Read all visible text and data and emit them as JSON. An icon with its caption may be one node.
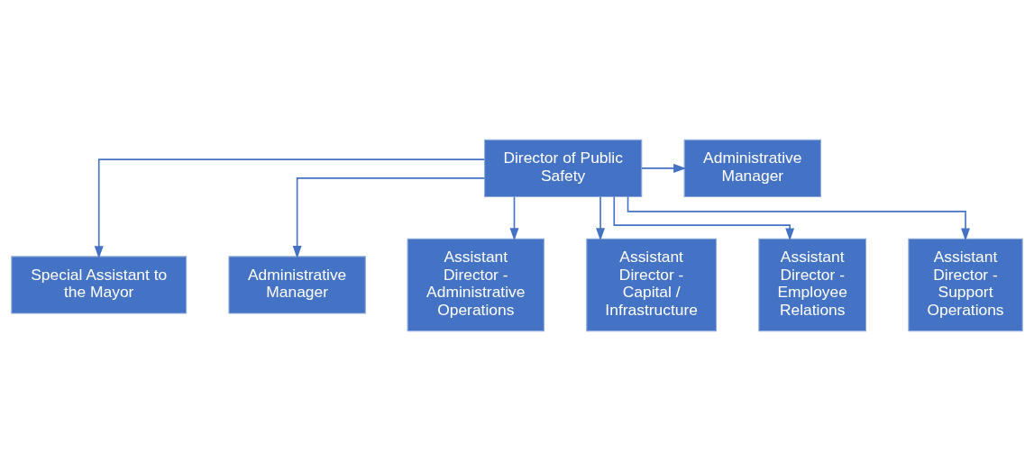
{
  "diagram": {
    "nodes": [
      {
        "text": [
          "Director of Public Safety"
        ]
      },
      {
        "text": [
          "Administrative Manager"
        ]
      },
      {
        "text": [
          "Special Assistant to the Mayor"
        ]
      },
      {
        "text": [
          "Administrative Manager"
        ]
      },
      {
        "text": [
          "Assistant Director - Administrative Operations"
        ]
      },
      {
        "text": [
          "Assistant Director - Capital / Infrastructure"
        ]
      },
      {
        "text": [
          "Assistant Director - Employee Relations"
        ]
      },
      {
        "text": [
          "Assistant Director - Support Operations"
        ]
      }
    ],
    "edges": [
      {
        "from": 0,
        "to": 1,
        "arrow": "to"
      },
      {
        "from": 0,
        "to": 2,
        "arrow": "to"
      },
      {
        "from": 0,
        "to": 3,
        "arrow": "to"
      },
      {
        "from": 0,
        "to": 4,
        "arrow": "to"
      },
      {
        "from": 0,
        "to": 5,
        "arrow": "to"
      },
      {
        "from": 0,
        "to": 6,
        "arrow": "to"
      },
      {
        "from": 0,
        "to": 7,
        "arrow": "to"
      }
    ]
  }
}
